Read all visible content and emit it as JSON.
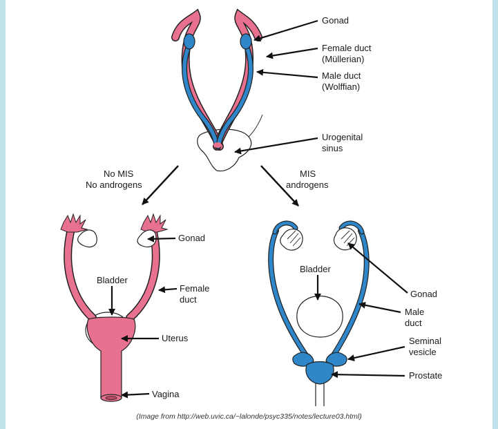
{
  "colors": {
    "female": "#e8718f",
    "male": "#2f86c9",
    "outline": "#1b1b1b",
    "gonad": "#f7f7f7",
    "background": "#bfe3ea"
  },
  "top": {
    "gonad": "Gonad",
    "female_duct_1": "Female duct",
    "female_duct_2": "(Müllerian)",
    "male_duct_1": "Male duct",
    "male_duct_2": "(Wolffian)",
    "urogenital_1": "Urogenital",
    "urogenital_2": "sinus"
  },
  "paths": {
    "left_1": "No MIS",
    "left_2": "No androgens",
    "right_1": "MIS",
    "right_2": "androgens"
  },
  "female": {
    "gonad": "Gonad",
    "bladder": "Bladder",
    "duct_1": "Female",
    "duct_2": "duct",
    "uterus": "Uterus",
    "vagina": "Vagina"
  },
  "male": {
    "bladder": "Bladder",
    "gonad": "Gonad",
    "duct_1": "Male",
    "duct_2": "duct",
    "seminal_1": "Seminal",
    "seminal_2": "vesicle",
    "prostate": "Prostate"
  },
  "caption": "(Image from http://web.uvic.ca/~lalonde/psyc335/notes/lecture03.html)"
}
